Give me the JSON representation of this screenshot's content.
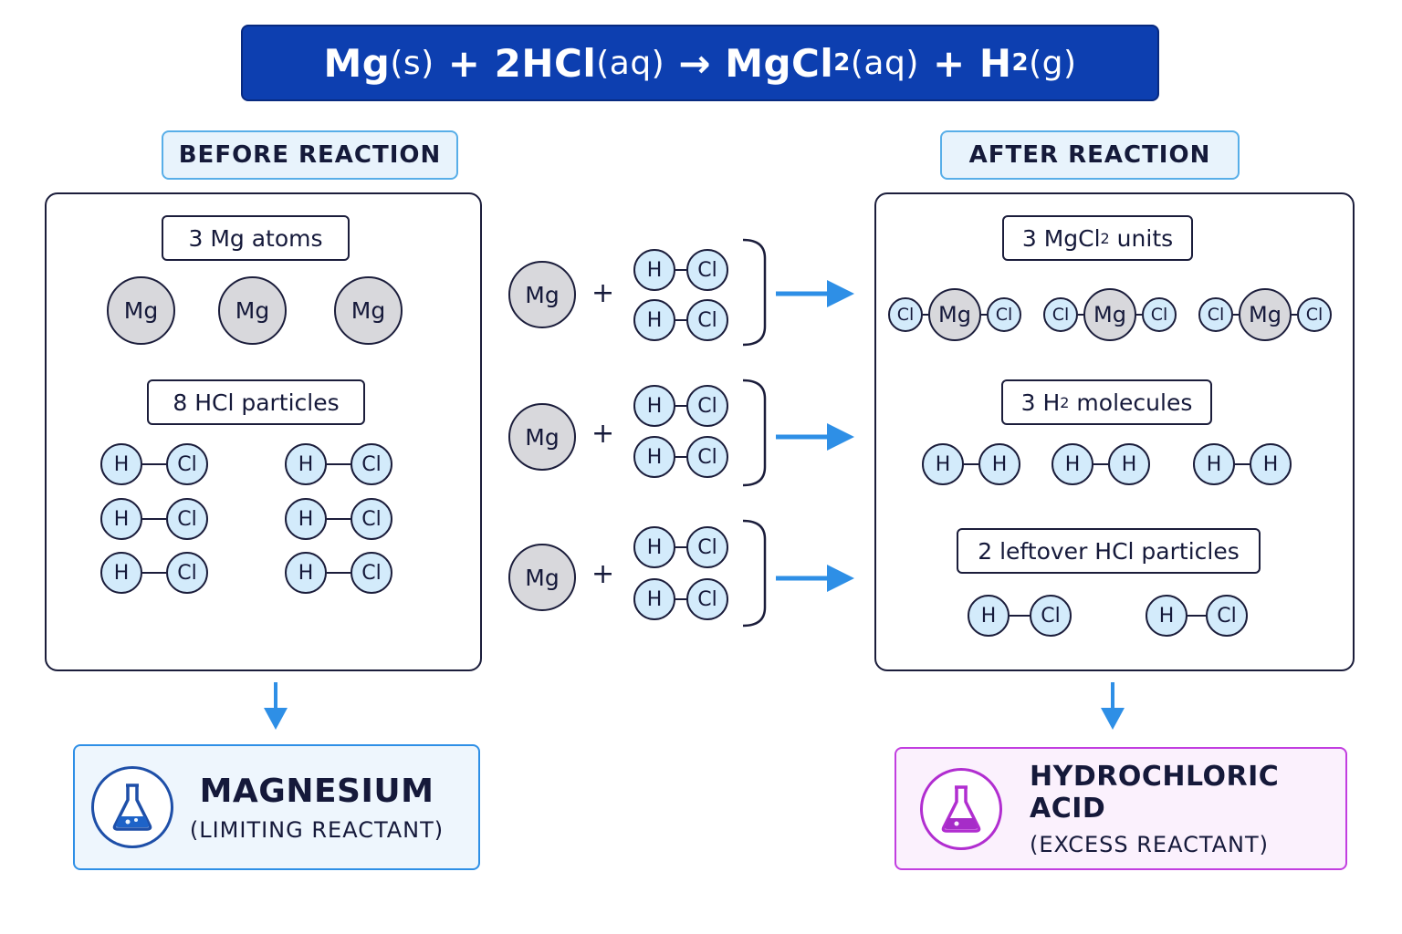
{
  "equation": {
    "mg": "Mg",
    "s": "(s)",
    "plus1": "+",
    "hcl": "2HCl",
    "aq1": "(aq)",
    "arrow": "→",
    "mgcl": "MgCl",
    "two1": "2",
    "aq2": "(aq)",
    "plus2": "+",
    "h": "H",
    "two2": "2",
    "g": "(g)"
  },
  "before": {
    "title": "BEFORE REACTION",
    "mg_label": "3 Mg atoms",
    "mg_atoms": [
      "Mg",
      "Mg",
      "Mg"
    ],
    "hcl_label": "8 HCl particles",
    "h": "H",
    "cl": "Cl"
  },
  "middle": {
    "mg": "Mg",
    "plus": "+",
    "h": "H",
    "cl": "Cl"
  },
  "after": {
    "title": "AFTER REACTION",
    "mgcl2_label_a": "3 MgCl",
    "mgcl2_label_sub": "2",
    "mgcl2_label_b": " units",
    "h2_label_a": "3 H",
    "h2_label_sub": "2",
    "h2_label_b": " molecules",
    "leftover_label": "2 leftover HCl particles",
    "mg": "Mg",
    "h": "H",
    "cl": "Cl"
  },
  "limiting": {
    "title": "MAGNESIUM",
    "subtitle": "(LIMITING REACTANT)",
    "icon": "flask-icon",
    "color": "#1e63c8"
  },
  "excess": {
    "title": "HYDROCHLORIC ACID",
    "subtitle": "(EXCESS REACTANT)",
    "icon": "flask-icon",
    "color": "#b12ed0"
  },
  "colors": {
    "banner": "#0d3fb0",
    "arrow": "#2e8fe6",
    "mg_atom": "#d8d8dc",
    "h_cl_atom": "#d3ebfb"
  }
}
